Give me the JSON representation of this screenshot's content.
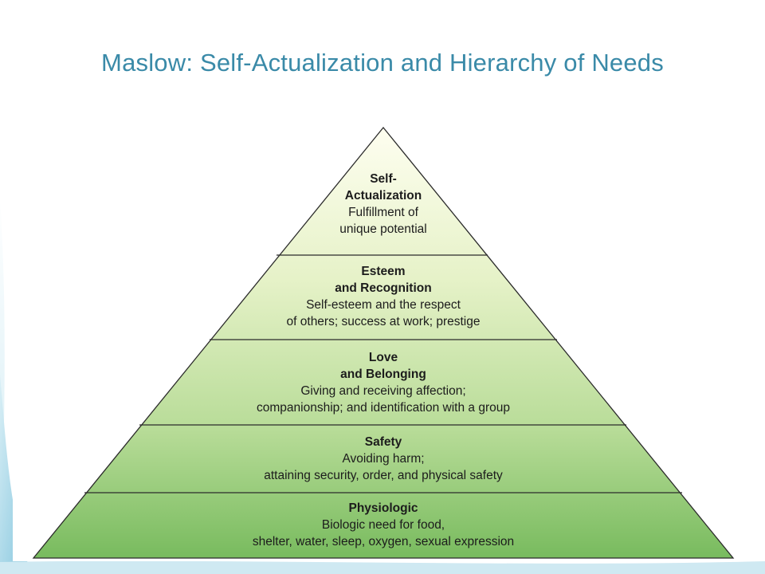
{
  "slide": {
    "title": "Maslow: Self-Actualization and Hierarchy of Needs"
  },
  "pyramid": {
    "tiers": [
      {
        "name_lines": [
          "Self-",
          "Actualization"
        ],
        "desc_lines": [
          "Fulfillment of",
          "unique potential"
        ]
      },
      {
        "name_lines": [
          "Esteem",
          "and Recognition"
        ],
        "desc_lines": [
          "Self-esteem and the respect",
          "of others; success at work; prestige"
        ]
      },
      {
        "name_lines": [
          "Love",
          "and Belonging"
        ],
        "desc_lines": [
          "Giving and receiving affection;",
          "companionship; and identification with a group"
        ]
      },
      {
        "name_lines": [
          "Safety"
        ],
        "desc_lines": [
          "Avoiding harm;",
          "attaining security, order, and physical safety"
        ]
      },
      {
        "name_lines": [
          "Physiologic"
        ],
        "desc_lines": [
          "Biologic need for food,",
          "shelter, water, sleep, oxygen, sexual expression"
        ]
      }
    ]
  },
  "colors": {
    "title": "#3a8aa8",
    "apex_fill": "#fdfde8",
    "base_fill": "#7cbd63",
    "outline": "#2b2b2b",
    "background_wave": "#bfe3ef"
  }
}
